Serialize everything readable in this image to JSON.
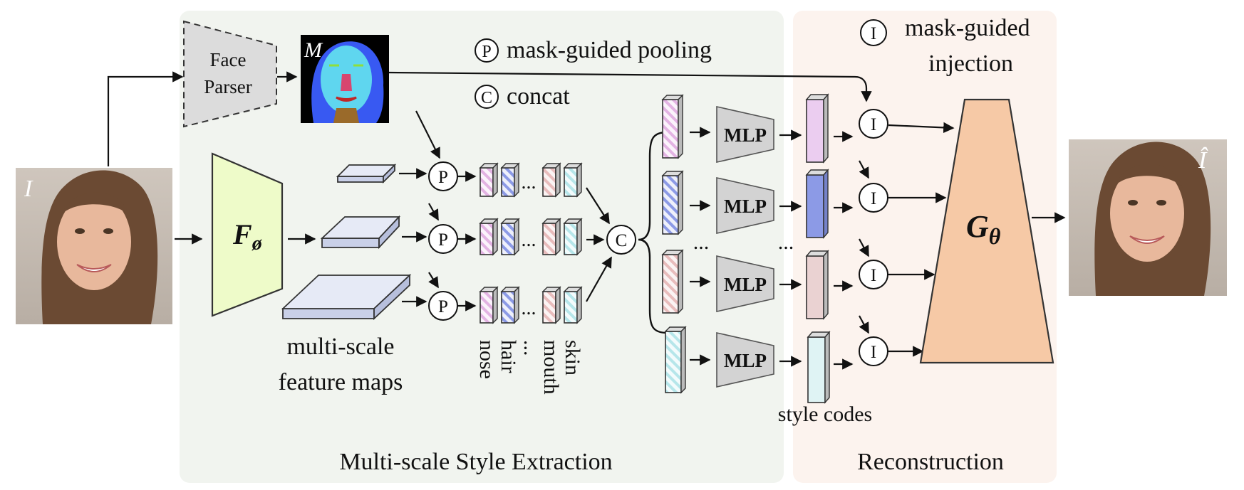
{
  "legend": {
    "pool_symbol": "P",
    "pool_text": "mask-guided pooling",
    "concat_symbol": "C",
    "concat_text": "concat",
    "inject_symbol": "I",
    "inject_text_line1": "mask-guided",
    "inject_text_line2": "injection"
  },
  "input": {
    "label": "I"
  },
  "parser": {
    "line1": "Face",
    "line2": "Parser"
  },
  "mask": {
    "label": "M"
  },
  "encoder": {
    "label": "F",
    "subscript": "ø"
  },
  "features": {
    "caption_line1": "multi-scale",
    "caption_line2": "feature maps"
  },
  "regions": [
    "nose",
    "hair",
    "...",
    "mouth",
    "skin"
  ],
  "mlp_label": "MLP",
  "ellipsis": "...",
  "style_codes_label": "style codes",
  "generator": {
    "label": "G",
    "subscript": "θ"
  },
  "output": {
    "label": "Î"
  },
  "sections": {
    "extraction": "Multi-scale Style Extraction",
    "reconstruction": "Reconstruction"
  },
  "colors": {
    "extraction_bg": "#f1f4ef",
    "reconstruction_bg": "#fcf3ee",
    "encoder_fill": "#eefbc9",
    "generator_fill": "#f6c9a6",
    "mlp_fill": "#d3d3d3",
    "parser_fill": "#dcdcdc",
    "feature_fill": "#e6eaf6",
    "code_pink": "#ebcdf0",
    "code_blue": "#8c9ae6",
    "code_rose": "#ead2d2",
    "code_cyan": "#dff3f4",
    "stripe_pink": "#e3b3e3",
    "stripe_blue": "#8c9ae6",
    "stripe_cyan": "#b6e6ea"
  }
}
